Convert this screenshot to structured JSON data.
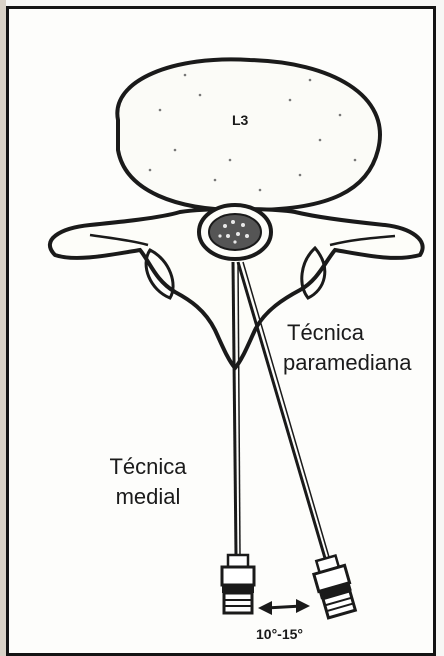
{
  "diagram": {
    "vertebra_label": "L3",
    "paramedian_label_line1": "Técnica",
    "paramedian_label_line2": "paramediana",
    "medial_label_line1": "Técnica",
    "medial_label_line2": "medial",
    "angle_label": "10°-15°"
  }
}
